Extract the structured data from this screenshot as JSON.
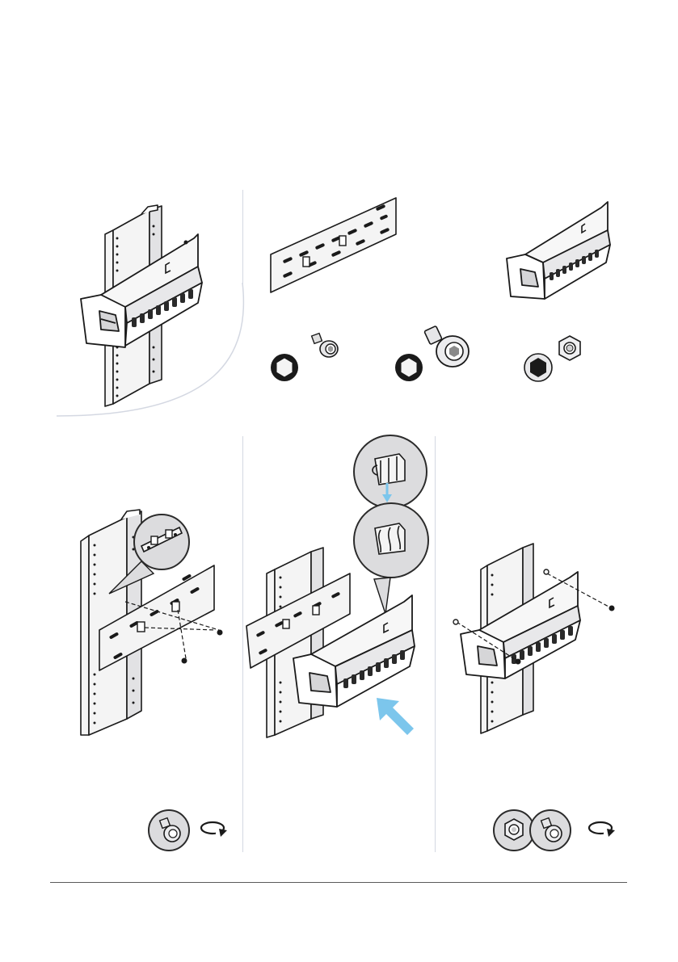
{
  "document": {
    "type": "assembly-instructions",
    "colors": {
      "line": "#1a1a1a",
      "fill_light": "#f4f4f4",
      "fill_mid": "#d6d6d8",
      "callout_bg": "#dcdcde",
      "arrow_accent": "#7cc6ec",
      "divider": "#d4d8e2"
    }
  },
  "overview": {
    "assembled_unit": "rail-with-holder",
    "components": [
      "mounting-plate",
      "holder-bin"
    ],
    "hardware": [
      {
        "name": "small-flange-screw",
        "tool": "hex-outline-icon"
      },
      {
        "name": "large-flange-screw",
        "tool": "hex-outline-icon"
      },
      {
        "name": "flange-nut",
        "tool": "hex-filled-icon"
      }
    ]
  },
  "steps": [
    {
      "id": "step-1",
      "action": "attach-plate-to-rail",
      "callout": "clip-detail",
      "tools": [
        "screw-icon",
        "rotate-clockwise-icon"
      ]
    },
    {
      "id": "step-2",
      "action": "slide-holder-onto-plate",
      "callout": "hook-engage-detail",
      "arrow": "push-arrow"
    },
    {
      "id": "step-3",
      "action": "secure-holder-to-rail",
      "tools": [
        "nut-icon",
        "screw-icon",
        "rotate-clockwise-icon"
      ]
    }
  ]
}
